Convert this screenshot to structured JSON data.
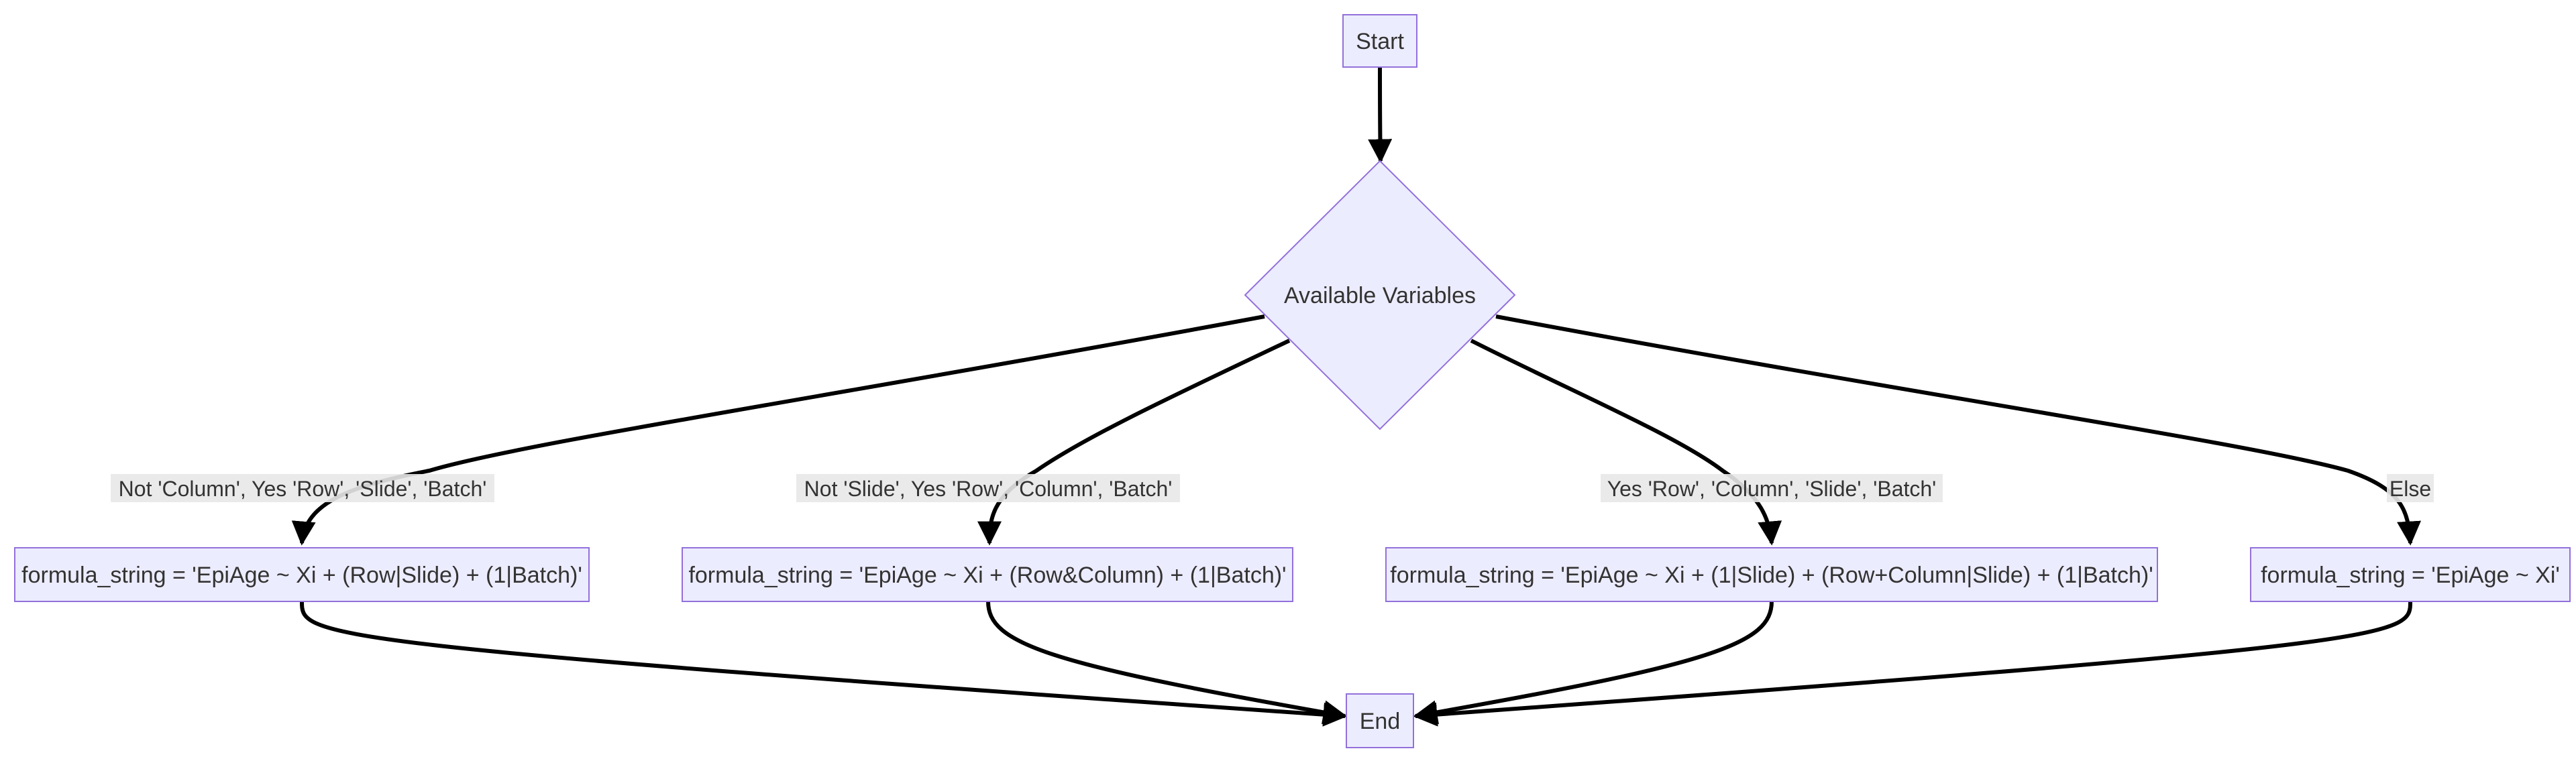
{
  "nodes": {
    "start": "Start",
    "decision": "Available Variables",
    "formula_1": "formula_string = 'EpiAge ~ Xi + (Row|Slide) + (1|Batch)'",
    "formula_2": "formula_string = 'EpiAge ~ Xi + (Row&Column) + (1|Batch)'",
    "formula_3": "formula_string = 'EpiAge ~ Xi + (1|Slide) + (Row+Column|Slide) + (1|Batch)'",
    "formula_4": "formula_string = 'EpiAge ~ Xi'",
    "end": "End"
  },
  "edge_labels": {
    "branch_1": "Not 'Column', Yes 'Row', 'Slide', 'Batch'",
    "branch_2": "Not 'Slide', Yes 'Row', 'Column', 'Batch'",
    "branch_3": "Yes 'Row', 'Column', 'Slide', 'Batch'",
    "branch_4": "Else"
  }
}
